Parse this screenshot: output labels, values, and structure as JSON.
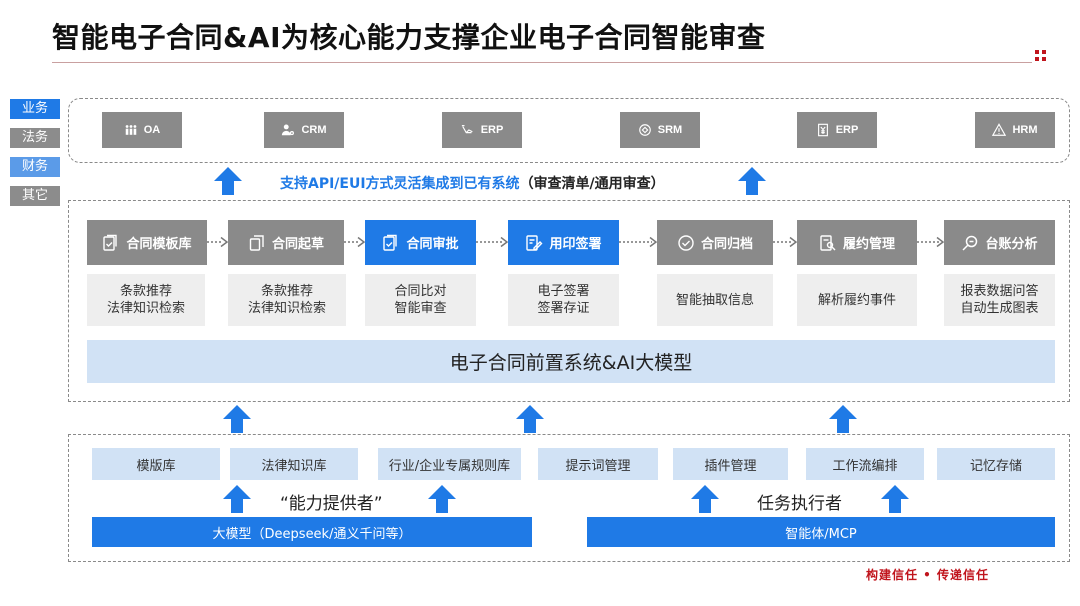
{
  "title": "智能电子合同&AI为核心能力支撑企业电子合同智能审查",
  "side_tabs": [
    "业务",
    "法务",
    "财务",
    "其它"
  ],
  "systems": [
    {
      "label": "OA",
      "icon": "people-icon"
    },
    {
      "label": "CRM",
      "icon": "user-gear-icon"
    },
    {
      "label": "ERP",
      "icon": "handshake-icon"
    },
    {
      "label": "SRM",
      "icon": "cycle-icon"
    },
    {
      "label": "ERP",
      "icon": "yen-doc-icon"
    },
    {
      "label": "HRM",
      "icon": "warning-icon"
    }
  ],
  "support_text": {
    "main": "支持API/EUI方式灵活集成到已有系统",
    "paren": "（审查清单/通用审查）"
  },
  "steps": [
    {
      "label": "合同模板库",
      "desc": [
        "条款推荐",
        "法律知识检索"
      ],
      "active": false
    },
    {
      "label": "合同起草",
      "desc": [
        "条款推荐",
        "法律知识检索"
      ],
      "active": false
    },
    {
      "label": "合同审批",
      "desc": [
        "合同比对",
        "智能审查"
      ],
      "active": true
    },
    {
      "label": "用印签署",
      "desc": [
        "电子签署",
        "签署存证"
      ],
      "active": true
    },
    {
      "label": "合同归档",
      "desc": [
        "智能抽取信息"
      ],
      "active": false
    },
    {
      "label": "履约管理",
      "desc": [
        "解析履约事件"
      ],
      "active": false
    },
    {
      "label": "台账分析",
      "desc": [
        "报表数据问答",
        "自动生成图表"
      ],
      "active": false
    }
  ],
  "pre_system": "电子合同前置系统&AI大模型",
  "tools": [
    "模版库",
    "法律知识库",
    "行业/企业专属规则库",
    "提示词管理",
    "插件管理",
    "工作流编排",
    "记忆存储"
  ],
  "roles": {
    "provider": "“能力提供者”",
    "executor": "任务执行者"
  },
  "bases": {
    "llm": "大模型（Deepseek/通义千问等）",
    "agent": "智能体/MCP"
  },
  "slogan": "构建信任 • 传递信任",
  "colors": {
    "accent_blue": "#1f7ae6",
    "light_blue": "#d1e2f5",
    "gray": "#8a8a8a",
    "brand_red": "#c0141c"
  }
}
